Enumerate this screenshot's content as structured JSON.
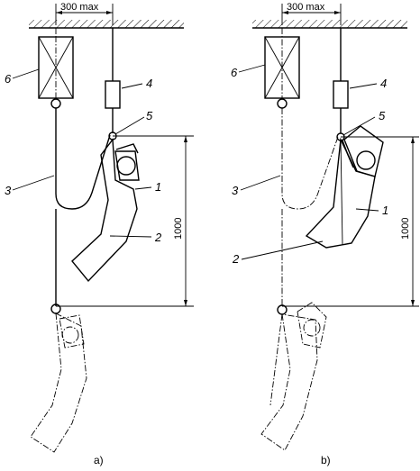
{
  "dimensions": {
    "max_distance": "300 max",
    "drop_height": "1000"
  },
  "panels": [
    {
      "caption": "a)",
      "labels": {
        "l1": "1",
        "l2": "2",
        "l3": "3",
        "l4": "4",
        "l5": "5",
        "l6": "6"
      }
    },
    {
      "caption": "b)",
      "labels": {
        "l1": "1",
        "l2": "2",
        "l3": "3",
        "l4": "4",
        "l5": "5",
        "l6": "6"
      }
    }
  ]
}
